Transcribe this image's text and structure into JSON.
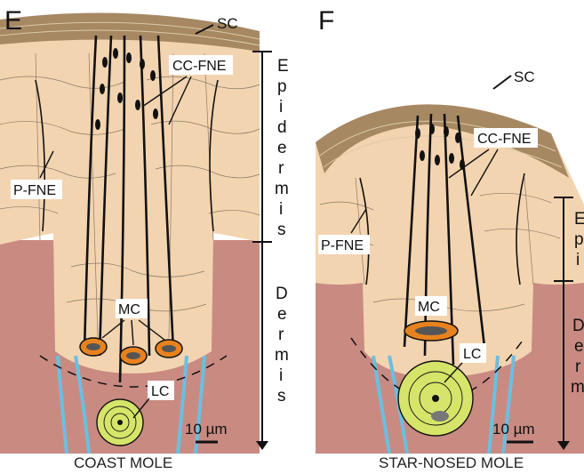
{
  "panel_e": {
    "letter": "E",
    "sc": "SC",
    "cc_fne": "CC-FNE",
    "p_fne": "P-FNE",
    "mc": "MC",
    "lc": "LC",
    "scale": "10 µm",
    "caption": "COAST MOLE",
    "epidermis_letters": [
      "E",
      "p",
      "i",
      "d",
      "e",
      "r",
      "m",
      "i",
      "s"
    ],
    "dermis_letters": [
      "D",
      "e",
      "r",
      "m",
      "i",
      "s"
    ]
  },
  "panel_f": {
    "letter": "F",
    "sc": "SC",
    "cc_fne": "CC-FNE",
    "p_fne": "P-FNE",
    "mc": "MC",
    "lc": "LC",
    "scale": "10 µm",
    "caption": "STAR-NOSED MOLE",
    "epidermis_letters": [
      "E",
      "p",
      "i"
    ],
    "dermis_letters": [
      "D",
      "e",
      "r",
      "m"
    ]
  },
  "colors": {
    "dermis": "#c98a82",
    "epidermis": "#f3d4b0",
    "stratum_corneum": "#a68863",
    "nerve": "#111111",
    "axon_sheath": "#6bbfe0",
    "merkel_cell": "#e8821e",
    "lamellated_corpuscle": "#d6e46a"
  }
}
